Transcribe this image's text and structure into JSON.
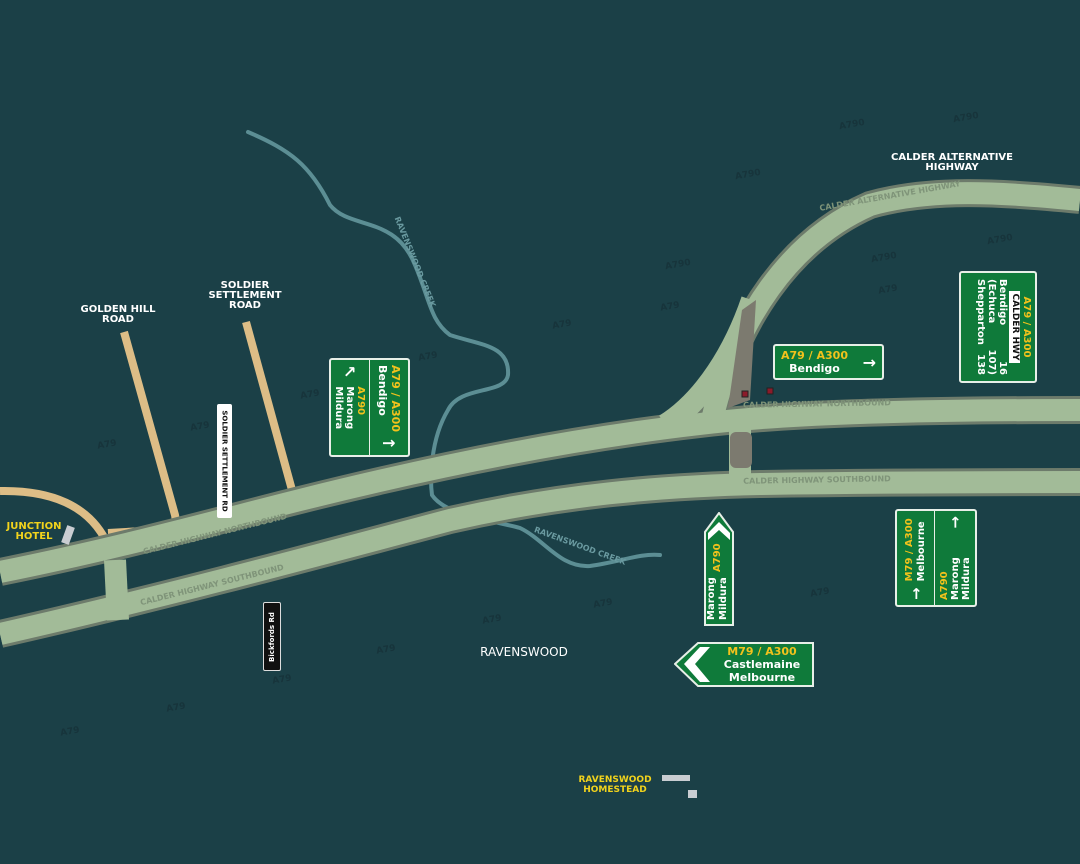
{
  "colors": {
    "background": "#1b4047",
    "road": "#a2bb98",
    "road_edge": "#6d7b6b",
    "local_road": "#ddbd86",
    "creek": "#5c8e94",
    "sign_green": "#0f7a3a",
    "route_yellow": "#f2c21c",
    "place_yellow": "#f2d31c"
  },
  "places": {
    "golden_hill_road": [
      "GOLDEN HILL",
      "ROAD"
    ],
    "soldier_settlement_road": [
      "SOLDIER",
      "SETTLEMENT",
      "ROAD"
    ],
    "calder_alternative_highway": [
      "CALDER ALTERNATIVE",
      "HIGHWAY"
    ],
    "junction_hotel": [
      "JUNCTION",
      "HOTEL"
    ],
    "ravenswood": "RAVENSWOOD",
    "ravenswood_homestead": [
      "RAVENSWOOD",
      "HOMESTEAD"
    ]
  },
  "road_labels": {
    "nb_left": "CALDER HIGHWAY NORTHBOUND",
    "sb_left": "CALDER HIGHWAY SOUTHBOUND",
    "nb_right": "CALDER HIGHWAY NORTHBOUND",
    "sb_right": "CALDER HIGHWAY SOUTHBOUND",
    "alt": "CALDER ALTERNATIVE HIGHWAY",
    "creek_upper": "RAVENSWOOD CREEK",
    "creek_lower": "RAVENSWOOD CREEK",
    "golden_hill": "GOLDEN HILL ROAD",
    "soldier": "SOLDIER SETTLEMENT ROAD"
  },
  "street_signs": {
    "soldier": "SOLDIER SETTLEMENT RD",
    "bickfords": "Bickfords Rd"
  },
  "signs": {
    "s1": {
      "route": "A79 / A300",
      "dest": "Bendigo",
      "arrow": "↑",
      "route2": "A790",
      "dest2a": "Marong",
      "dest2b": "Mildura",
      "arrow2": "↖"
    },
    "s2": {
      "route": "A79 / A300",
      "badge": "CALDER HWY",
      "rows": [
        [
          "Bendigo",
          "16"
        ],
        [
          "(Echuca",
          "107)"
        ],
        [
          "Shepparton",
          "138"
        ]
      ]
    },
    "s3": {
      "route": "A79 / A300",
      "dest": "Bendigo",
      "arrow": "→"
    },
    "s4": {
      "route": "A790",
      "dest1": "Marong",
      "dest2": "Mildura"
    },
    "s5": {
      "route": "M79 / A300",
      "dest": "Melbourne",
      "arrow": "→",
      "route2": "A790",
      "dest2a": "Marong",
      "dest2b": "Mildura",
      "arrow2": "→"
    },
    "s6": {
      "route": "M79 / A300",
      "dest1": "Castlemaine",
      "dest2": "Melbourne"
    }
  },
  "faint_labels": [
    "A790",
    "A790",
    "A790",
    "A790",
    "A790",
    "A790",
    "A79",
    "A79",
    "A79",
    "A79",
    "A79",
    "A79",
    "A79",
    "A79",
    "A79",
    "A79",
    "A79",
    "A79",
    "A79",
    "A79"
  ]
}
